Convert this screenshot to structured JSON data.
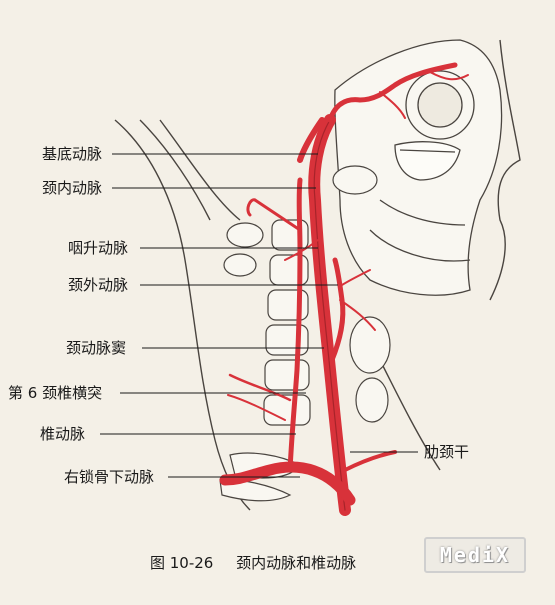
{
  "labels": {
    "basilar_artery": "基底动脉",
    "internal_carotid": "颈内动脉",
    "ascending_pharyngeal": "咽升动脉",
    "external_carotid": "颈外动脉",
    "carotid_sinus": "颈动脉窦",
    "c6_transverse_process": "第 6 颈椎横突",
    "vertebral_artery": "椎动脉",
    "right_subclavian": "右锁骨下动脉",
    "costocervical_trunk": "肋颈干"
  },
  "caption": {
    "number": "图 10-26",
    "title": "颈内动脉和椎动脉"
  },
  "watermark": "MediX",
  "colors": {
    "artery": "#d8323a",
    "artery_dark": "#a8232a",
    "bone": "#f7f5ef",
    "outline": "#4a4540",
    "leader": "#1a1a1a",
    "background": "#f4f0e7"
  }
}
